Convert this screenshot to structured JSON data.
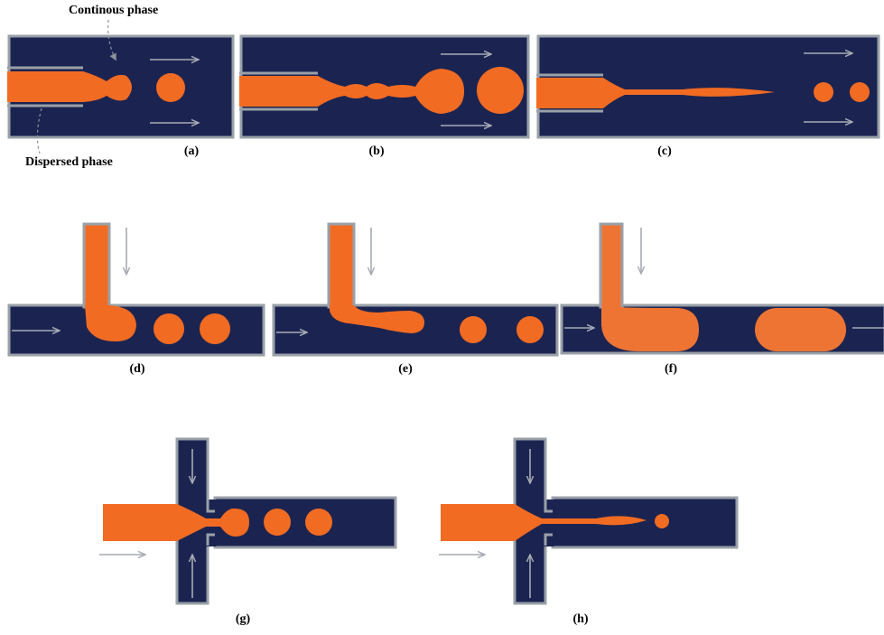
{
  "colors": {
    "channel_fill": "#1b2451",
    "channel_wall": "#9aa0a8",
    "dispersed_phase": "#f26b22",
    "dispersed_phase_soft": "#ee7433",
    "flow_arrow": "#a7abb4",
    "label_text": "#000000",
    "leader_line": "#8d9199"
  },
  "annotations": {
    "continuous_phase": "Continous phase",
    "dispersed_phase": "Dispersed phase"
  },
  "panels": [
    {
      "id": "a",
      "label": "(a)",
      "geometry": "co-flow",
      "regime": "dripping"
    },
    {
      "id": "b",
      "label": "(b)",
      "geometry": "co-flow",
      "regime": "widening jetting"
    },
    {
      "id": "c",
      "label": "(c)",
      "geometry": "co-flow",
      "regime": "narrowing jetting"
    },
    {
      "id": "d",
      "label": "(d)",
      "geometry": "T-junction",
      "regime": "squeezing"
    },
    {
      "id": "e",
      "label": "(e)",
      "geometry": "T-junction",
      "regime": "dripping"
    },
    {
      "id": "f",
      "label": "(f)",
      "geometry": "T-junction",
      "regime": "plugs"
    },
    {
      "id": "g",
      "label": "(g)",
      "geometry": "flow-focusing",
      "regime": "dripping"
    },
    {
      "id": "h",
      "label": "(h)",
      "geometry": "flow-focusing",
      "regime": "jetting"
    }
  ]
}
